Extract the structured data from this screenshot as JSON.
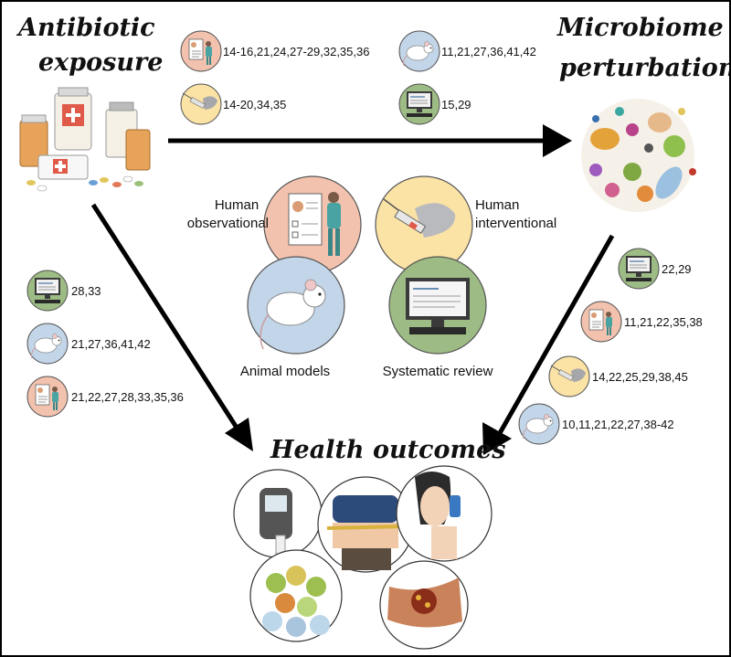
{
  "headings": {
    "antibiotic_line1": "Antibiotic",
    "antibiotic_line2": "exposure",
    "microbiome_line1": "Microbiome",
    "microbiome_line2": "perturbation",
    "health": "Health outcomes"
  },
  "study_types": {
    "human_observational_line1": "Human",
    "human_observational_line2": "observational",
    "human_interventional_line1": "Human",
    "human_interventional_line2": "interventional",
    "animal_models": "Animal models",
    "systematic_review": "Systematic review"
  },
  "references": {
    "top_observational": "14-16,21,24,27-29,32,35,36",
    "top_animal": "11,21,27,36,41,42",
    "top_interventional": "14-20,34,35",
    "top_review": "15,29",
    "left_review": "28,33",
    "left_animal": "21,27,36,41,42",
    "left_observational": "21,22,27,28,33,35,36",
    "right_review": "22,29",
    "right_observational": "11,21,22,35,38",
    "right_interventional": "14,22,25,29,38,45",
    "right_animal": "10,11,21,22,27,38-42"
  },
  "colors": {
    "observational": "#f2c2ae",
    "interventional": "#fbe3a6",
    "animal": "#c3d5e8",
    "review": "#9dbb84",
    "arrow": "#000000"
  },
  "icons": {
    "observational": "clipboard-doctor-icon",
    "interventional": "syringe-hand-icon",
    "animal": "mouse-icon",
    "review": "computer-monitor-icon"
  }
}
